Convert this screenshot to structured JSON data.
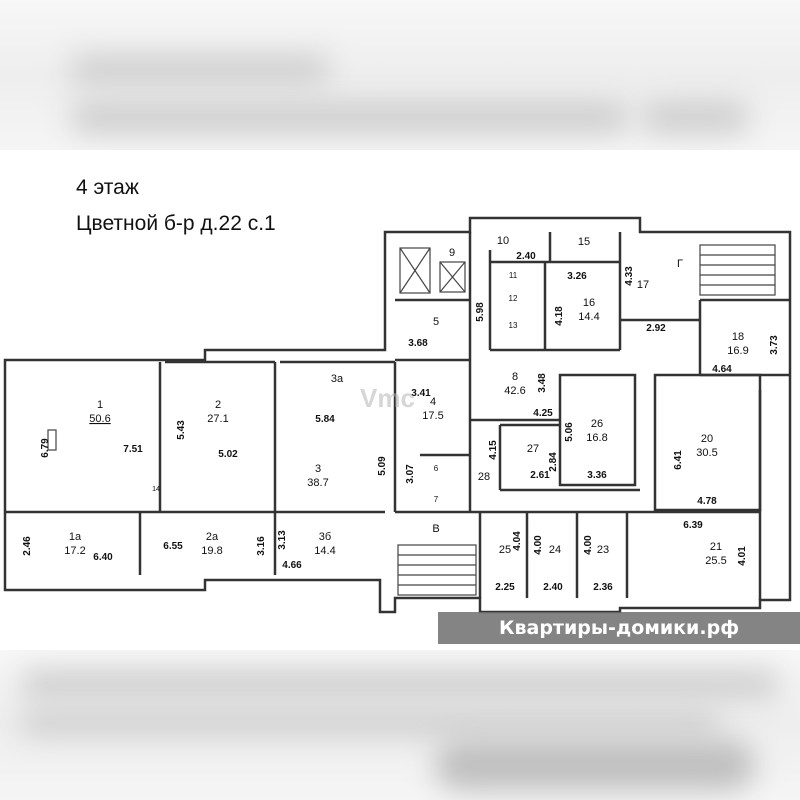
{
  "title": {
    "floor": "4 этаж",
    "address": "Цветной б-р д.22 с.1"
  },
  "watermark": "Квартиры-домики.рф",
  "center_watermark": "Vmc",
  "rooms": [
    {
      "label": "1",
      "area": "50.6"
    },
    {
      "label": "1a",
      "area": "17.2"
    },
    {
      "label": "2",
      "area": "27.1"
    },
    {
      "label": "2a",
      "area": "19.8"
    },
    {
      "label": "3a",
      "area": ""
    },
    {
      "label": "3",
      "area": "38.7"
    },
    {
      "label": "3б",
      "area": "14.4"
    },
    {
      "label": "4",
      "area": "17.5"
    },
    {
      "label": "5",
      "area": ""
    },
    {
      "label": "6",
      "area": ""
    },
    {
      "label": "7",
      "area": ""
    },
    {
      "label": "8",
      "area": "42.6"
    },
    {
      "label": "9",
      "area": ""
    },
    {
      "label": "10",
      "area": ""
    },
    {
      "label": "11",
      "area": ""
    },
    {
      "label": "12",
      "area": ""
    },
    {
      "label": "13",
      "area": ""
    },
    {
      "label": "14",
      "area": ""
    },
    {
      "label": "15",
      "area": ""
    },
    {
      "label": "16",
      "area": "14.4"
    },
    {
      "label": "17",
      "area": ""
    },
    {
      "label": "18",
      "area": "16.9"
    },
    {
      "label": "20",
      "area": "30.5"
    },
    {
      "label": "21",
      "area": "25.5"
    },
    {
      "label": "23",
      "area": ""
    },
    {
      "label": "24",
      "area": ""
    },
    {
      "label": "25",
      "area": ""
    },
    {
      "label": "26",
      "area": "16.8"
    },
    {
      "label": "27",
      "area": ""
    },
    {
      "label": "28",
      "area": ""
    },
    {
      "label": "В",
      "area": ""
    },
    {
      "label": "Г",
      "area": ""
    }
  ],
  "dimensions": [
    "6.79",
    "7.51",
    "5.43",
    "5.02",
    "5.84",
    "5.09",
    "2.46",
    "6.40",
    "6.55",
    "3.16",
    "3.13",
    "4.66",
    "3.68",
    "3.41",
    "3.07",
    "5.98",
    "2.40",
    "3.26",
    "4.18",
    "4.33",
    "2.92",
    "3.48",
    "4.25",
    "4.15",
    "2.84",
    "2.61",
    "5.06",
    "3.36",
    "3.73",
    "4.64",
    "6.41",
    "4.78",
    "6.39",
    "4.01",
    "4.04",
    "2.25",
    "4.00",
    "2.40",
    "4.00",
    "2.36"
  ]
}
